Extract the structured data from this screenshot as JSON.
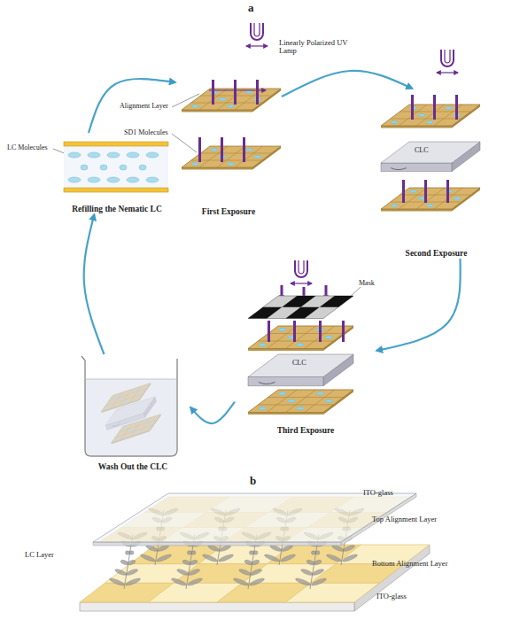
{
  "diagram": {
    "nodes": [
      {
        "text": [
          "First Exposure"
        ]
      },
      {
        "text": [
          "Second Exposure"
        ]
      },
      {
        "text": [
          "Third Exposure"
        ]
      },
      {
        "text": [
          "Wash Out the CLC"
        ]
      },
      {
        "text": [
          "Refilling the Nematic LC"
        ]
      }
    ],
    "edges": [
      {
        "from": 0,
        "to": 1,
        "arrow": "to"
      },
      {
        "from": 1,
        "to": 2,
        "arrow": "to"
      },
      {
        "from": 2,
        "to": 3,
        "arrow": "to"
      },
      {
        "from": 3,
        "to": 4,
        "arrow": "to"
      },
      {
        "from": 4,
        "to": 0,
        "arrow": "to"
      }
    ],
    "labels": [
      "a",
      "Linearly Polarized UV Lamp",
      "Alignment Layer",
      "SD1 Molecules",
      "CLC",
      "CLC",
      "Mask",
      "LC Molecules",
      "b",
      "ITO-glass",
      "Top Alignment Layer",
      "LC Layer",
      "Bottom Alignment Layer",
      "ITO-glass"
    ]
  }
}
